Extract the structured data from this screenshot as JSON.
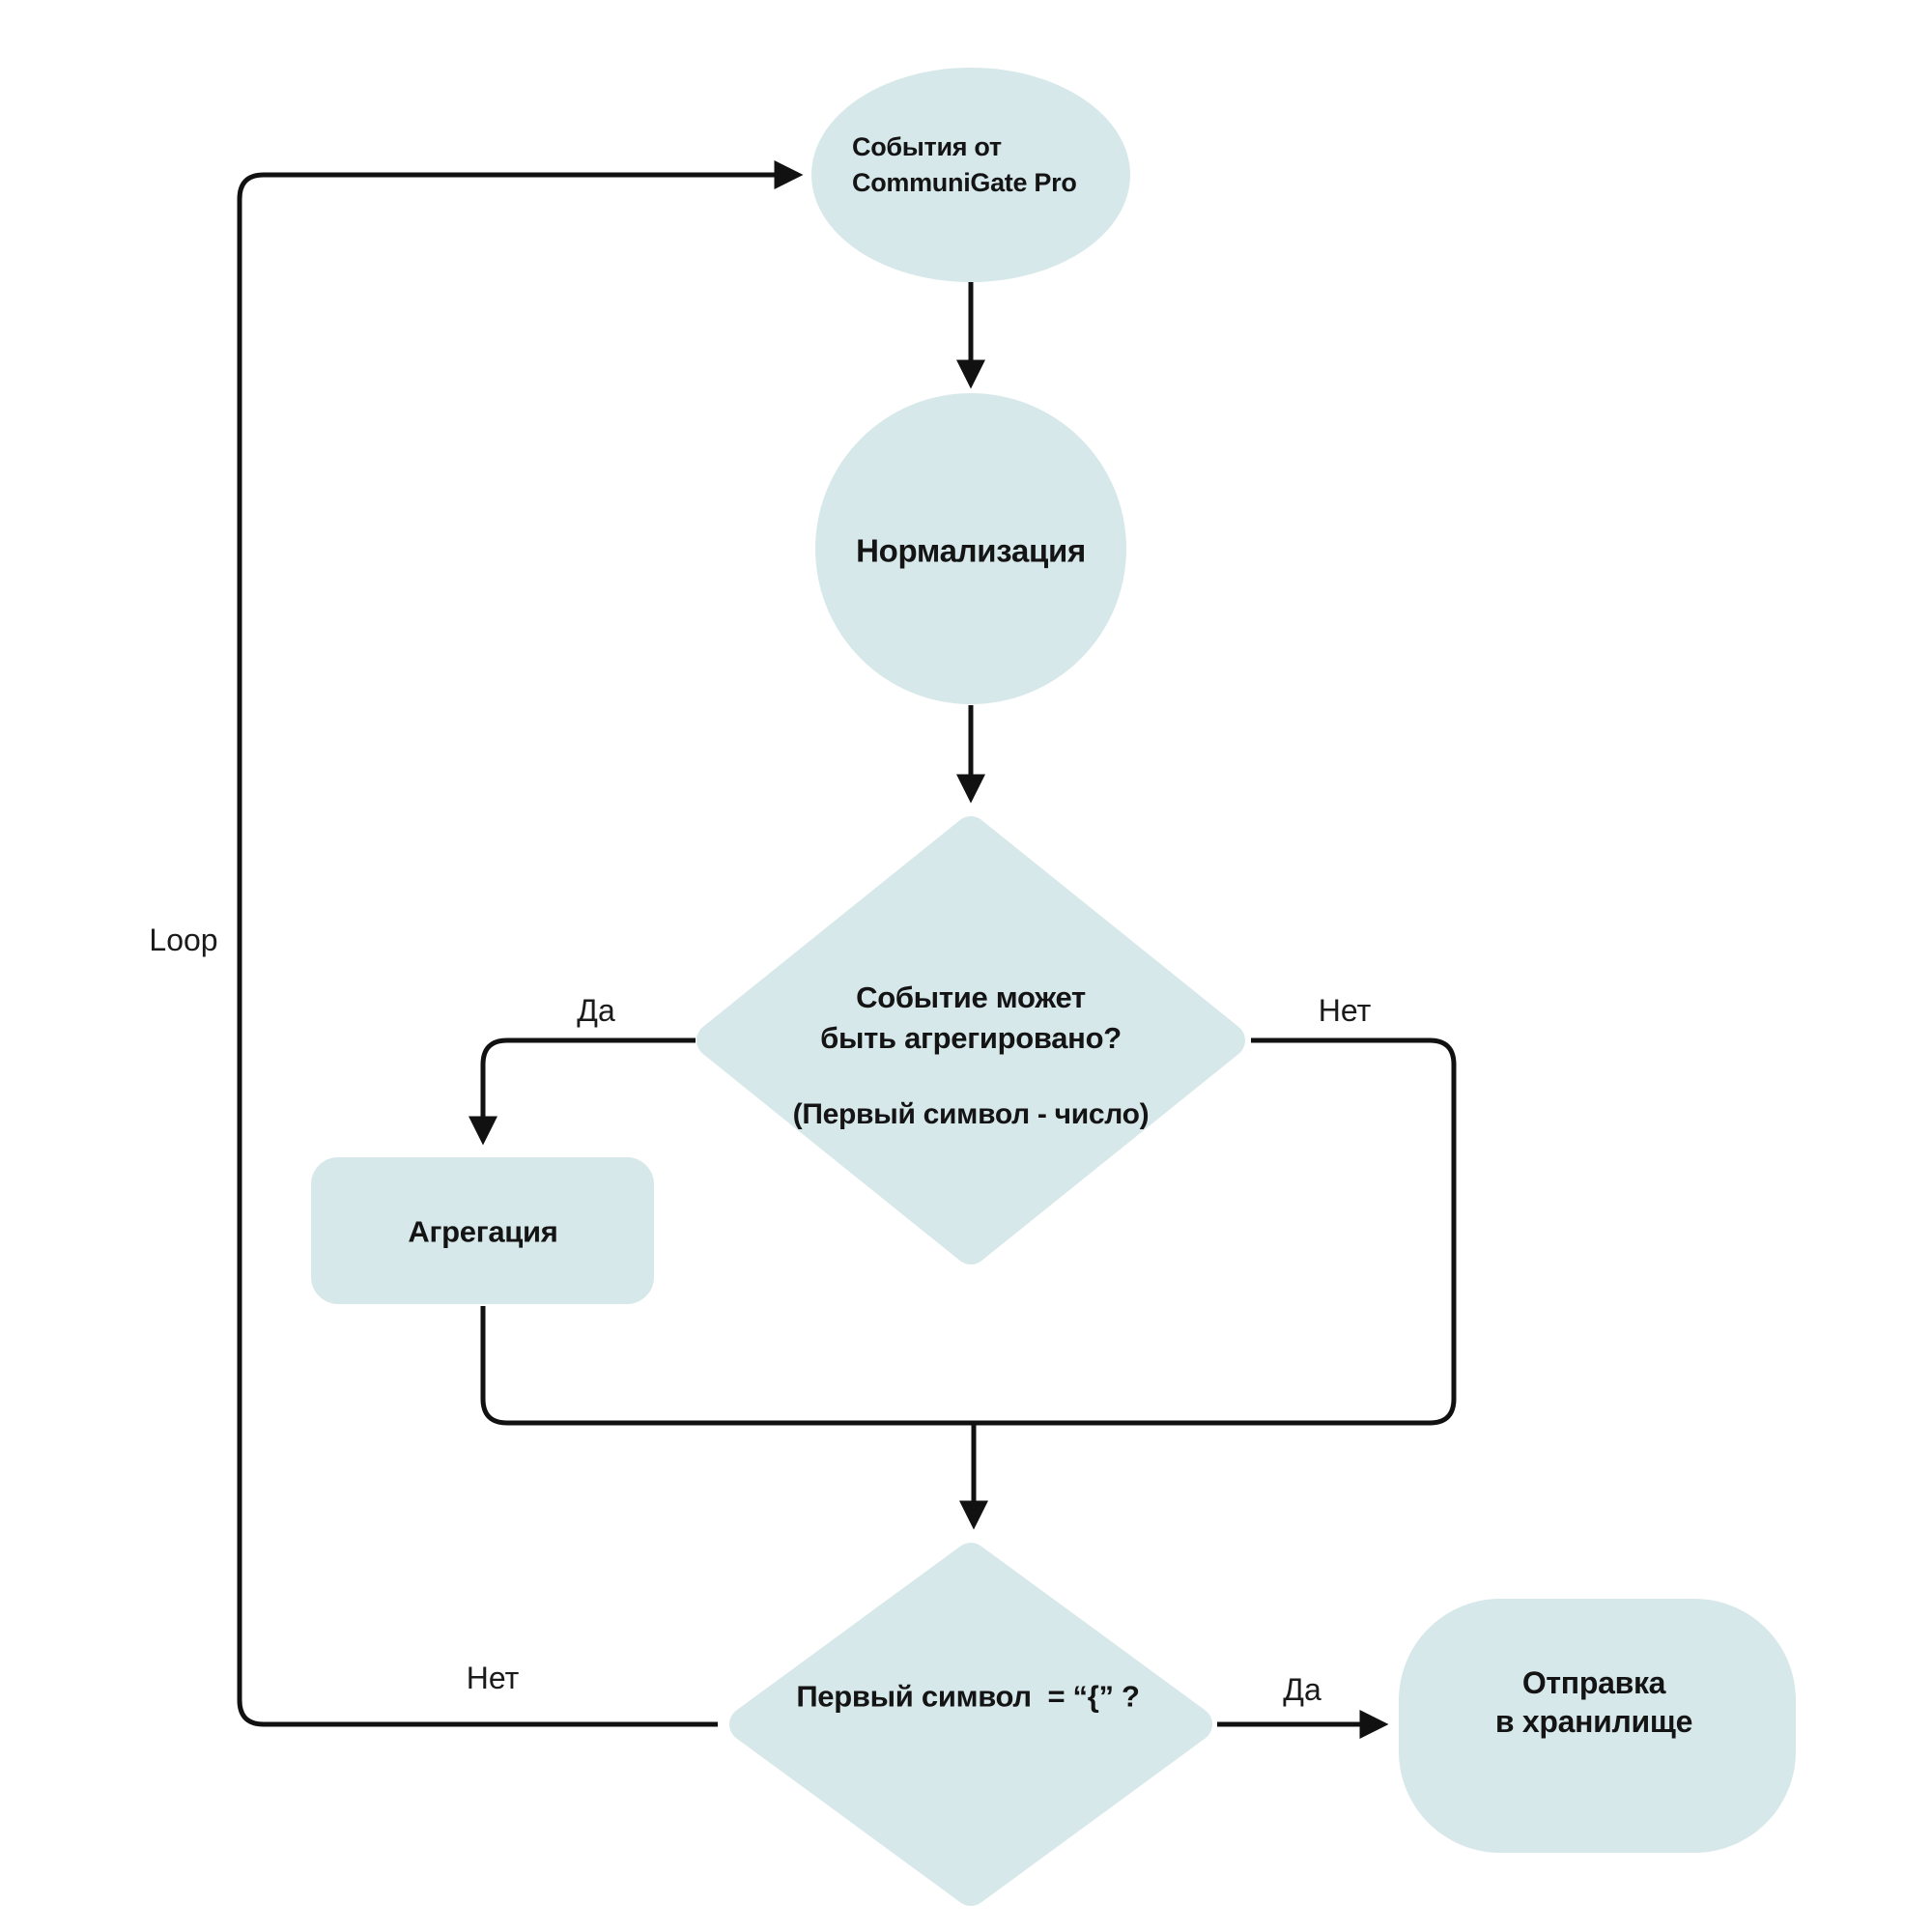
{
  "diagram": {
    "colors": {
      "shape_fill": "#d7e8ea",
      "line": "#111111",
      "text": "#141414"
    },
    "nodes": {
      "start": {
        "type": "ellipse",
        "lines": [
          "События от",
          "CommuniGate Pro"
        ]
      },
      "normalize": {
        "type": "circle",
        "label": "Нормализация"
      },
      "decision_aggregate": {
        "type": "diamond",
        "lines": [
          "Событие может",
          "быть агрегировано?"
        ],
        "note": "(Первый символ - число)"
      },
      "aggregate": {
        "type": "process",
        "label": "Агрегация"
      },
      "decision_first_char": {
        "type": "diamond",
        "label": "Первый символ  = “{” ?"
      },
      "store": {
        "type": "terminator",
        "lines": [
          "Отправка",
          "в хранилище"
        ]
      }
    },
    "edges": {
      "loop_label": "Loop",
      "aggregate_yes": "Да",
      "aggregate_no": "Нет",
      "first_char_no": "Нет",
      "first_char_yes": "Да"
    }
  }
}
